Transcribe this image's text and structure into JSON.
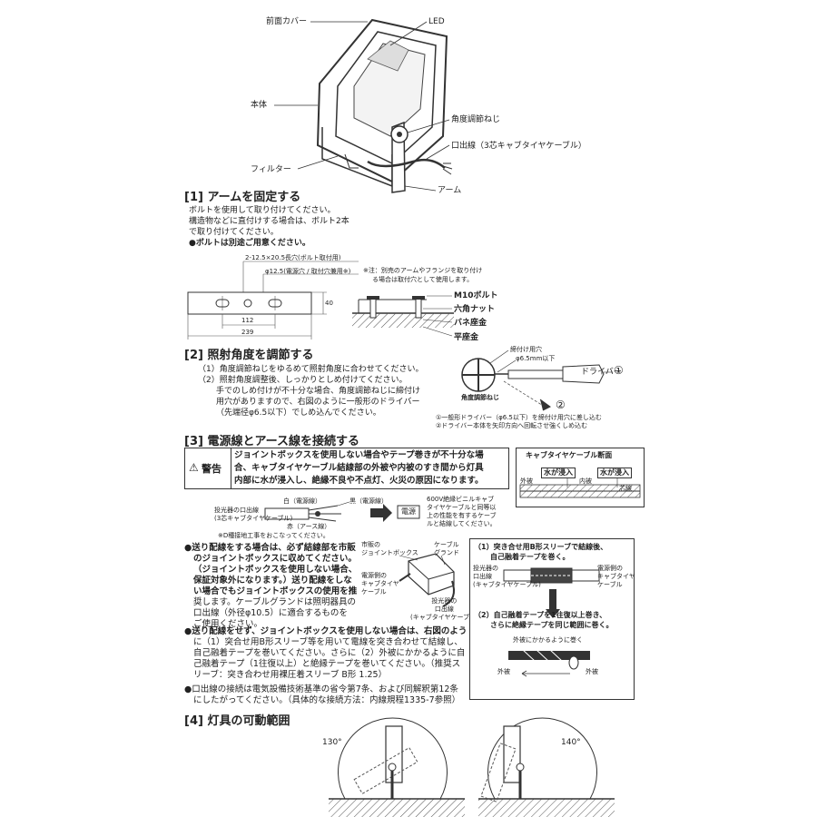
{
  "top": {
    "front_cover": "前面カバー",
    "led": "LED",
    "body": "本体",
    "angle_screw": "角度調節ねじ",
    "lead_wire": "口出線（3芯キャブタイヤケーブル）",
    "filter": "フィルター",
    "arm": "アーム"
  },
  "s1": {
    "title": "[1] アームを固定する",
    "lines": [
      "ボルトを使用して取り付けてください。",
      "構造物などに直付けする場合は、ボルト2本",
      "で取り付けてください。"
    ],
    "bold": "●ボルトは別途ご用意ください。",
    "dim_hole": "2-12.5×20.5長穴(ボルト取付用)",
    "dim_center": "φ12.5(電源穴 / 取付穴兼用※)",
    "note1": "※注：別売のアームやフランジを取り付け",
    "note2": "る場合は取付穴として使用します。",
    "dim_112": "112",
    "dim_239": "239",
    "dim_40": "40",
    "m10": "M10ボルト",
    "nut": "六角ナット",
    "spring": "バネ座金",
    "flat": "平座金"
  },
  "s2": {
    "title": "[2] 照射角度を調節する",
    "lines": [
      "（1）角度調節ねじをゆるめて照射角度に合わせてください。",
      "（2）照射角度調整後、しっかりとしめ付けてください。",
      "手でのしめ付けが不十分な場合、角度調節ねじに締付け",
      "用穴がありますので、右図のように一般形のドライバー",
      "（先端径φ6.5以下）でしめ込んでください。"
    ],
    "tighten_hole": "締付け用穴",
    "phi": "φ6.5mm以下",
    "driver": "ドライバー",
    "circle1": "①",
    "circle2": "②",
    "angle_screw": "角度調節ねじ",
    "foot1": "①一般形ドライバー（φ6.5以下）を締付け用穴に差し込む",
    "foot2": "②ドライバー本体を矢印方向へ回転させ強くしめ込む"
  },
  "s3": {
    "title": "[3] 電源線とアース線を接続する",
    "warning_label": "警告",
    "warning_lines": [
      "ジョイントボックスを使用しない場合やテープ巻きが不十分な場",
      "合、キャブタイヤケーブル結線部の外被や内被のすき間から灯具",
      "内部に水が浸入し、絶縁不良や不点灯、火災の原因になります。"
    ],
    "cab_title": "キャブタイヤケーブル断面",
    "water1": "水が浸入",
    "water2": "水が浸入",
    "outer": "外被",
    "inner": "内被",
    "core": "芯線",
    "white": "白（電源線）",
    "black": "黒（電源線）",
    "proj_lead1": "投光器の口出線",
    "proj_lead2": "(3芯キャブタイヤケーブル)",
    "red": "赤（アース線）",
    "earth_note": "※D種接地工事をおこなってください。",
    "power": "電源",
    "cable_lines": [
      "600V絶縁ビニルキャブ",
      "タイヤケーブルと同等以",
      "上の性能を有するケーブ",
      "ルと結線してください。"
    ],
    "bullet1_lines": [
      "●送り配線をする場合は、必ず結線部を市販",
      "のジョイントボックスに収めてください。",
      "（ジョイントボックスを使用しない場合、",
      "保証対象外になります。）送り配線をしな",
      "い場合でもジョイントボックスの使用を推",
      "奨します。ケーブルグランドは照明器具の",
      "口出線（外径φ10.5）に適合するものを",
      "ご使用ください。"
    ],
    "jb_lines": [
      "市販の",
      "ジョイントボックス"
    ],
    "gland_lines": [
      "ケーブル",
      "グランド"
    ],
    "supply_lines": [
      "電源側の",
      "キャブタイヤ",
      "ケーブル"
    ],
    "proj2_lines": [
      "投光器の",
      "口出線",
      "(キャブタイヤケーブル)"
    ],
    "step1_lines": [
      "（1）突き合せ用B形スリーブで結線後、",
      "自己融着テープを巻く。"
    ],
    "proj3_lines": [
      "投光器の",
      "口出線",
      "(キャブタイヤケーブル)"
    ],
    "supply3_lines": [
      "電源側の",
      "キャブタイヤ",
      "ケーブル"
    ],
    "step2_lines": [
      "（2）自己融着テープを1往復以上巻き、",
      "さらに絶縁テープを同じ範囲に巻く。"
    ],
    "wrap_note": "外被にかかるように巻く",
    "outer_l": "外被",
    "outer_r": "外被",
    "bullet2_lines": [
      "●送り配線をせず、ジョイントボックスを使用しない場合は、右図のよう",
      "に（1）突合せ用B形スリーブ等を用いて電線を突き合わせて結線し、",
      "自己融着テープを巻いてください。さらに（2）外被にかかるように自",
      "己融着テープ（1往復以上）と絶縁テープを巻いてください。（推奨ス",
      "リーブ：突き合わせ用裸圧着スリーブ B形 1.25）"
    ],
    "bullet3_lines": [
      "●口出線の接続は電気設備技術基準の省令第7条、および同解釈第12条",
      "にしたがってください。（具体的な接続方法：内線規程1335-7参照）"
    ]
  },
  "s4": {
    "title": "[4] 灯具の可動範囲",
    "angle_left": "130°",
    "angle_right": "140°"
  }
}
